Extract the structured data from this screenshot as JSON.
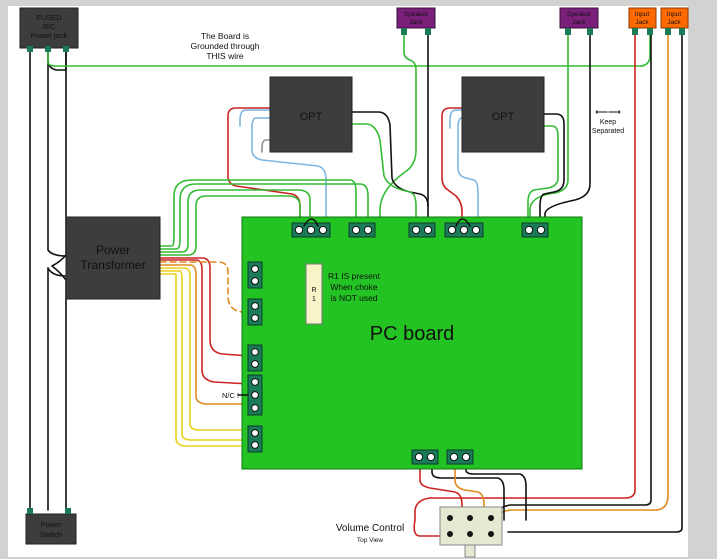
{
  "components": {
    "iec_jack": {
      "line1": "FUSED",
      "line2": "IEC",
      "line3": "Power jack"
    },
    "speaker_jack_left": {
      "label_line1": "Speaker",
      "label_line2": "Jack"
    },
    "speaker_jack_right": {
      "label_line1": "Speaker",
      "label_line2": "Jack"
    },
    "input_jack_left": {
      "label_line1": "Input",
      "label_line2": "Jack"
    },
    "input_jack_right": {
      "label_line1": "Input",
      "label_line2": "Jack"
    },
    "opt_left": {
      "label": "OPT"
    },
    "opt_right": {
      "label": "OPT"
    },
    "power_transformer": {
      "line1": "Power",
      "line2": "Transformer"
    },
    "power_switch": {
      "line1": "Power",
      "line2": "Switch"
    },
    "pc_board": {
      "label": "PC board"
    },
    "r1": {
      "line1": "R",
      "line2": "1"
    },
    "volume_control": {
      "label": "Volume Control",
      "sub": "Top View"
    }
  },
  "notes": {
    "ground": {
      "line1": "The Board is",
      "line2": "Grounded through",
      "line3": "THIS wire"
    },
    "r1_note": {
      "line1": "R1 IS present",
      "line2": "When choke",
      "line3": "is NOT used"
    },
    "keep_separated": {
      "arrow": "⟵⟶",
      "line1": "Keep",
      "line2": "Separated"
    },
    "nc": "N/C !"
  },
  "colors": {
    "board": "#22c322",
    "box": "#3d3d3d",
    "speaker_jack": "#7a1f7a",
    "input_jack": "#ff6a00",
    "terminal": "#1b7a57",
    "wire_black": "#111111",
    "wire_green": "#33bb33",
    "wire_red": "#cc2222",
    "wire_orange": "#e08a1e",
    "wire_yellow": "#e8d21a",
    "wire_lightblue": "#7fb6e0",
    "wire_gray": "#909090",
    "frame": "#d2d2d2"
  }
}
